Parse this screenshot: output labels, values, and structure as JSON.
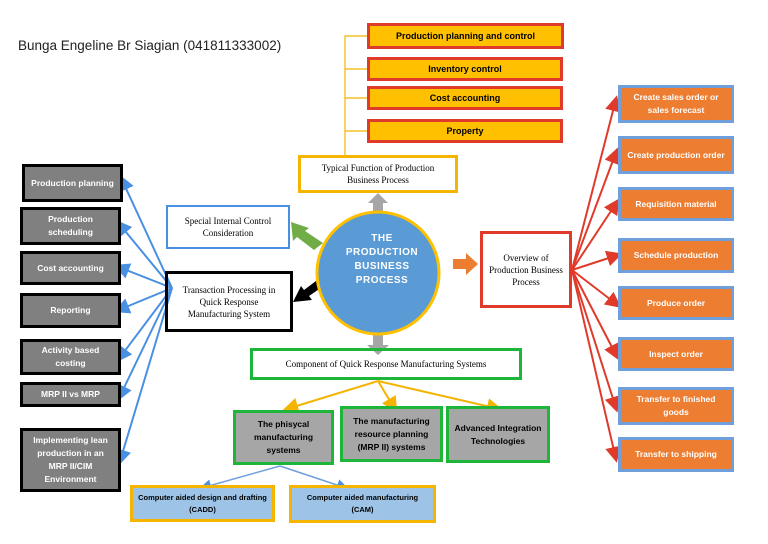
{
  "author": "Bunga Engeline Br Siagian (041811333002)",
  "center": [
    "THE",
    "PRODUCTION",
    "BUSINESS",
    "PROCESS"
  ],
  "typical": {
    "title": "Typical Function of Production Business Process",
    "items": [
      "Production planning and control",
      "Inventory control",
      "Cost accounting",
      "Property"
    ]
  },
  "special": "Special Internal Control Consideration",
  "transaction": {
    "title": "Transaction Processing in Quick Response Manufacturing System",
    "items": [
      "Production planning",
      "Production scheduling",
      "Cost accounting",
      "Reporting",
      "Activity based costing",
      "MRP II vs MRP",
      "Implementing lean production in an MRP II/CIM Environment"
    ]
  },
  "overview": {
    "title": "Overview of Production Business Process",
    "items": [
      "Create sales order or sales forecast",
      "Create production order",
      "Requisition material",
      "Schedule production",
      "Produce order",
      "Inspect order",
      "Transfer to finished goods",
      "Transfer to shipping"
    ]
  },
  "component": {
    "title": "Component of Quick Response Manufacturing Systems",
    "items": [
      "The phisycal manufacturing systems",
      "The manufacturing resource planning (MRP II) systems",
      "Advanced Integration Technologies"
    ],
    "sub": [
      "Computer aided design and drafting (CADD)",
      "Computer aided manufacturing (CAM)"
    ]
  },
  "colors": {
    "yellow": "#ffc000",
    "orange": "#ed7d31",
    "grey": "#808080",
    "circle": "#5b9bd5",
    "circle_border": "#ffc000",
    "connector_red": "#e03a2a",
    "connector_blue": "#4a90e2",
    "connector_yellow": "#f4b400"
  }
}
